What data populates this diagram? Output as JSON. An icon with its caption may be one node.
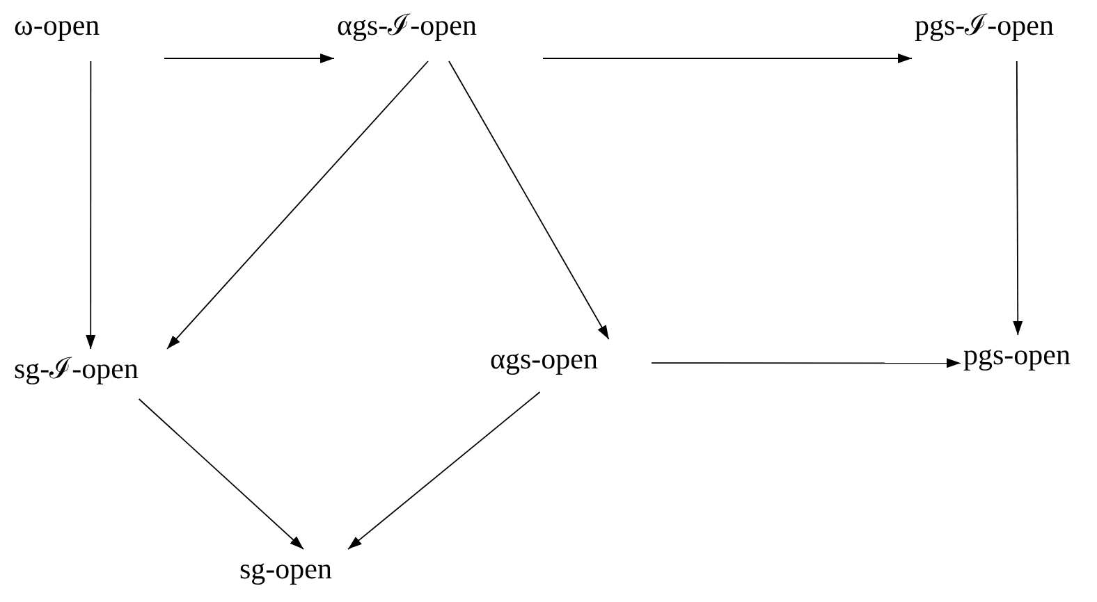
{
  "diagram": {
    "nodes": [
      {
        "text": [
          "ω-open"
        ]
      },
      {
        "text": [
          "αgs-ℐ-open"
        ]
      },
      {
        "text": [
          "pgs-ℐ-open"
        ]
      },
      {
        "text": [
          "sg-ℐ-open"
        ]
      },
      {
        "text": [
          "αgs-open"
        ]
      },
      {
        "text": [
          "pgs-open"
        ]
      },
      {
        "text": [
          "sg-open"
        ]
      }
    ],
    "edges": [
      {
        "from": 0,
        "to": 1,
        "arrow": "to"
      },
      {
        "from": 1,
        "to": 2,
        "arrow": "to"
      },
      {
        "from": 0,
        "to": 3,
        "arrow": "to"
      },
      {
        "from": 1,
        "to": 3,
        "arrow": "to"
      },
      {
        "from": 1,
        "to": 4,
        "arrow": "to"
      },
      {
        "from": 2,
        "to": 5,
        "arrow": "to"
      },
      {
        "from": 4,
        "to": 5,
        "arrow": "to"
      },
      {
        "from": 3,
        "to": 6,
        "arrow": "to"
      },
      {
        "from": 4,
        "to": 6,
        "arrow": "to"
      }
    ]
  }
}
